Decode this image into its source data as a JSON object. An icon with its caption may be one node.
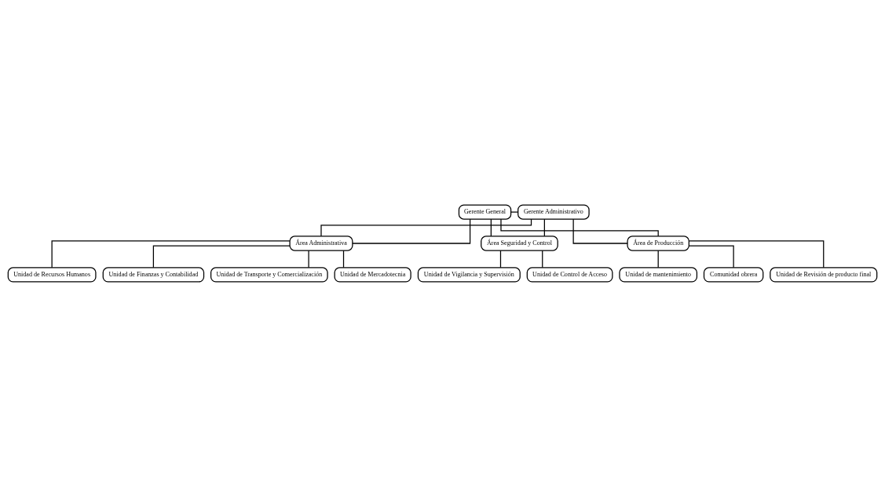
{
  "diagram": {
    "nodes": [
      {
        "text": [
          "Gerente General"
        ]
      },
      {
        "text": [
          "Gerente Administrativo"
        ]
      },
      {
        "text": [
          "Área Administrativa"
        ]
      },
      {
        "text": [
          "Área Seguridad y Control"
        ]
      },
      {
        "text": [
          "Área de Producción"
        ]
      },
      {
        "text": [
          "Unidad de Finanzas y Contabilidad"
        ]
      },
      {
        "text": [
          "Unidad de Transporte y Comercialización"
        ]
      },
      {
        "text": [
          "Unidad de Mercadotecnia"
        ]
      },
      {
        "text": [
          "Unidad de Recursos Humanos"
        ]
      },
      {
        "text": [
          "Unidad de Control de Acceso"
        ]
      },
      {
        "text": [
          "Unidad de Vigilancia y Supervisión"
        ]
      },
      {
        "text": [
          "Unidad de mantenimiento"
        ]
      },
      {
        "text": [
          "Comunidad obrera"
        ]
      },
      {
        "text": [
          "Unidad de Revisión de producto final"
        ]
      }
    ],
    "edges": [
      {
        "from": 0,
        "to": 1,
        "arrow": "none"
      },
      {
        "from": 0,
        "to": 2,
        "arrow": "none"
      },
      {
        "from": 0,
        "to": 3,
        "arrow": "none"
      },
      {
        "from": 0,
        "to": 4,
        "arrow": "none"
      },
      {
        "from": 1,
        "to": 2,
        "arrow": "none"
      },
      {
        "from": 1,
        "to": 3,
        "arrow": "none"
      },
      {
        "from": 1,
        "to": 4,
        "arrow": "none"
      },
      {
        "from": 2,
        "to": 5,
        "arrow": "none"
      },
      {
        "from": 2,
        "to": 6,
        "arrow": "none"
      },
      {
        "from": 2,
        "to": 7,
        "arrow": "none"
      },
      {
        "from": 2,
        "to": 8,
        "arrow": "none"
      },
      {
        "from": 3,
        "to": 9,
        "arrow": "none"
      },
      {
        "from": 3,
        "to": 10,
        "arrow": "none"
      },
      {
        "from": 4,
        "to": 11,
        "arrow": "none"
      },
      {
        "from": 4,
        "to": 12,
        "arrow": "none"
      },
      {
        "from": 4,
        "to": 13,
        "arrow": "none"
      }
    ]
  }
}
